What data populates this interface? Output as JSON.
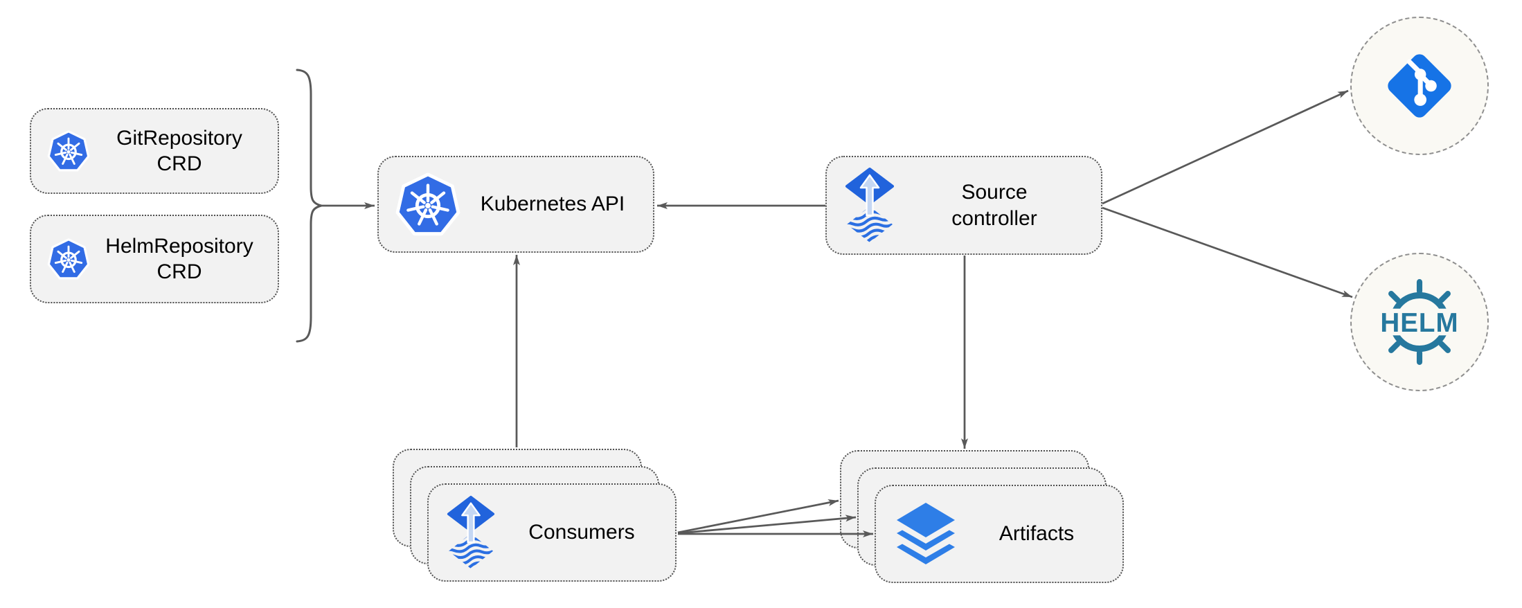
{
  "diagram": {
    "kind": "architecture-diagram",
    "colors": {
      "background": "#ffffff",
      "node_fill": "#f2f2f2",
      "node_border": "#4f4f4f",
      "edge": "#595959",
      "kubernetes_blue": "#326ce5",
      "flux_blue": "#2163dc",
      "flux_arrow_light": "#c5d7f3",
      "layers_blue": "#2e7ee7",
      "git_blue": "#1673e6",
      "helm_teal": "#26789e",
      "remote_circle_fill": "#faf9f4"
    }
  },
  "nodes": {
    "git_repo_crd": {
      "label": "GitRepository\nCRD",
      "icon": "kubernetes-icon"
    },
    "helm_repo_crd": {
      "label": "HelmRepository\nCRD",
      "icon": "kubernetes-icon"
    },
    "kubernetes_api": {
      "label": "Kubernetes API",
      "icon": "kubernetes-icon"
    },
    "source_controller": {
      "label": "Source\ncontroller",
      "icon": "flux-icon"
    },
    "consumers": {
      "label": "Consumers",
      "icon": "flux-icon",
      "stack_count": 3
    },
    "artifacts": {
      "label": "Artifacts",
      "icon": "layers-icon",
      "stack_count": 3
    },
    "git_remote": {
      "icon": "git-icon"
    },
    "helm_remote": {
      "icon": "helm-icon",
      "logo_text": "HELM"
    }
  },
  "edges": [
    {
      "from": "git_repo_crd",
      "to": "kubernetes_api",
      "via": "brace"
    },
    {
      "from": "helm_repo_crd",
      "to": "kubernetes_api",
      "via": "brace"
    },
    {
      "from": "source_controller",
      "to": "kubernetes_api"
    },
    {
      "from": "consumers",
      "to": "kubernetes_api"
    },
    {
      "from": "source_controller",
      "to": "artifacts"
    },
    {
      "from": "source_controller",
      "to": "git_remote"
    },
    {
      "from": "source_controller",
      "to": "helm_remote"
    },
    {
      "from": "consumers",
      "to": "artifacts",
      "count": 3
    }
  ]
}
